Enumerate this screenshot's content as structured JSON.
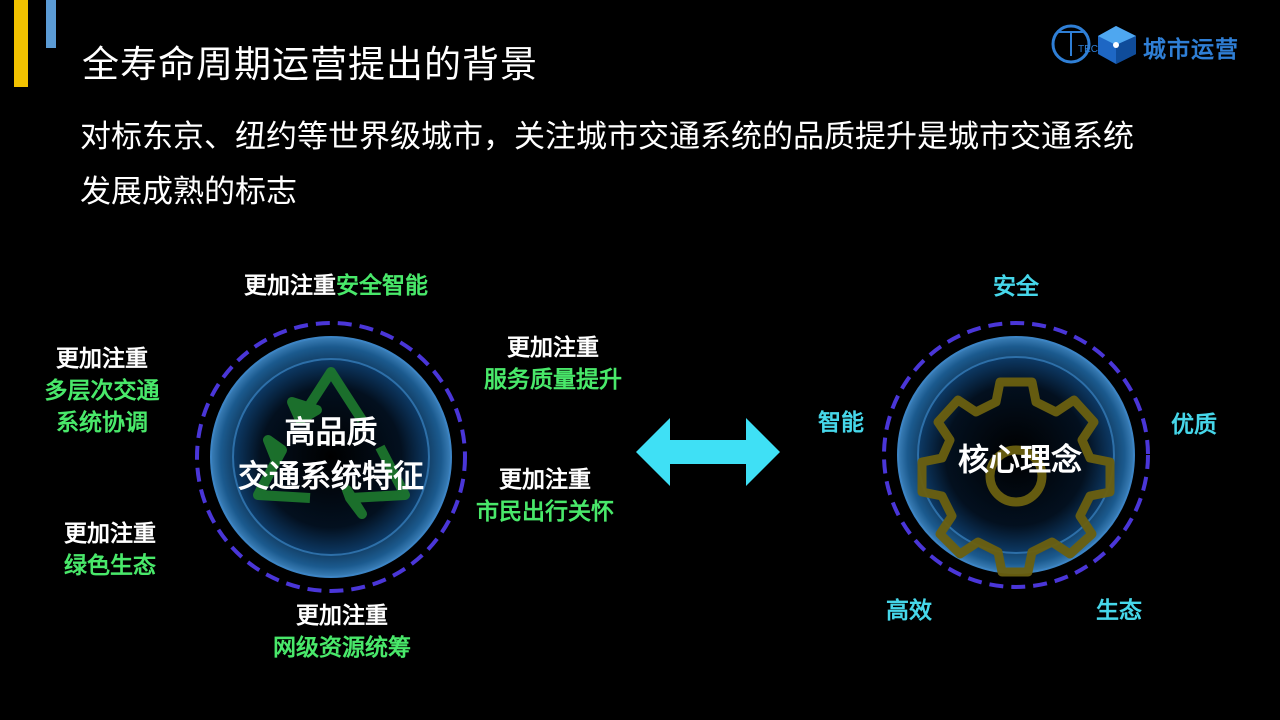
{
  "page": {
    "title": "全寿命周期运营提出的背景"
  },
  "logo": {
    "badge_text": "TEC",
    "name": "城市运营"
  },
  "intro": {
    "line1": "对标东京、纽约等世界级城市，关注城市交通系统的品质提升是城市交通系统",
    "line2": "发展成熟的标志"
  },
  "left_diagram": {
    "center_line1": "高品质",
    "center_line2": "交通系统特征",
    "prefix": "更加注重",
    "top": {
      "prefix": "更加注重",
      "focus": "安全智能"
    },
    "upper_left": {
      "prefix": "更加注重",
      "focus_line1": "多层次交通",
      "focus_line2": "系统协调"
    },
    "upper_right": {
      "prefix": "更加注重",
      "focus": "服务质量提升"
    },
    "right": {
      "prefix": "更加注重",
      "focus": "市民出行关怀"
    },
    "lower_left": {
      "prefix": "更加注重",
      "focus": "绿色生态"
    },
    "bottom": {
      "prefix": "更加注重",
      "focus": "网级资源统筹"
    }
  },
  "right_diagram": {
    "center": "核心理念",
    "concepts": {
      "top": "安全",
      "left": "智能",
      "right": "优质",
      "bottom_left": "高效",
      "bottom_right": "生态"
    }
  },
  "colors": {
    "background": "#000000",
    "title_text": "#ffffff",
    "focus_green": "#49e86a",
    "concept_cyan": "#46d7ea",
    "arrow_cyan": "#3fe0f5",
    "ring_dash": "#4a36d8",
    "accent_yellow": "#f2c200",
    "accent_blue": "#5b9bd5",
    "logo_blue": "#2f7fd6"
  },
  "icons": [
    "recycle-icon",
    "gear-icon",
    "double-arrow-icon"
  ]
}
